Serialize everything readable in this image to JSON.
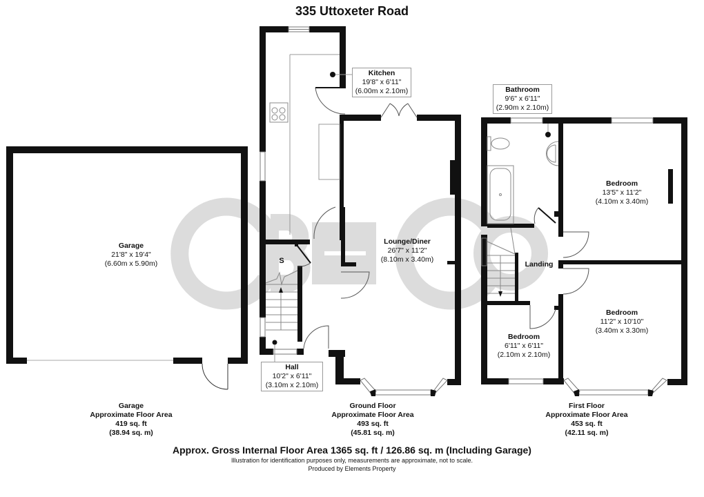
{
  "title": "335 Uttoxeter Road",
  "watermark": {
    "text": "CB+CO",
    "color": "#d9d9d9"
  },
  "colors": {
    "wall": "#111111",
    "fixture_line": "#888888",
    "label_border": "#999999",
    "watermark": "#dcdcdc"
  },
  "rooms": {
    "kitchen": {
      "name": "Kitchen",
      "imperial": "19'8\" x 6'11\"",
      "metric": "(6.00m x 2.10m)"
    },
    "bathroom": {
      "name": "Bathroom",
      "imperial": "9'6\" x 6'11\"",
      "metric": "(2.90m x 2.10m)"
    },
    "garage": {
      "name": "Garage",
      "imperial": "21'8\" x 19'4\"",
      "metric": "(6.60m x 5.90m)"
    },
    "lounge_diner": {
      "name": "Lounge/Diner",
      "imperial": "26'7\" x 11'2\"",
      "metric": "(8.10m x 3.40m)"
    },
    "bedroom_1": {
      "name": "Bedroom",
      "imperial": "13'5\" x 11'2\"",
      "metric": "(4.10m x 3.40m)"
    },
    "landing": {
      "name": "Landing"
    },
    "bedroom_2": {
      "name": "Bedroom",
      "imperial": "11'2\" x 10'10\"",
      "metric": "(3.40m x 3.30m)"
    },
    "bedroom_3": {
      "name": "Bedroom",
      "imperial": "6'11\" x 6'11\"",
      "metric": "(2.10m x 2.10m)"
    },
    "hall": {
      "name": "Hall",
      "imperial": "10'2\" x 6'11\"",
      "metric": "(3.10m x 2.10m)"
    },
    "storage": {
      "name": "S"
    }
  },
  "floors": {
    "garage": {
      "name": "Garage",
      "subtitle": "Approximate Floor Area",
      "sqft": "419 sq. ft",
      "sqm": "(38.94 sq. m)"
    },
    "ground": {
      "name": "Ground Floor",
      "subtitle": "Approximate Floor Area",
      "sqft": "493 sq. ft",
      "sqm": "(45.81 sq. m)"
    },
    "first": {
      "name": "First Floor",
      "subtitle": "Approximate Floor Area",
      "sqft": "453 sq. ft",
      "sqm": "(42.11 sq. m)"
    }
  },
  "footer": {
    "gross_area": "Approx. Gross Internal Floor Area 1365 sq. ft / 126.86 sq. m (Including Garage)",
    "disclaimer": "Illustration for identification purposes only, measurements are approximate, not to scale.",
    "credit": "Produced by Elements Property"
  }
}
